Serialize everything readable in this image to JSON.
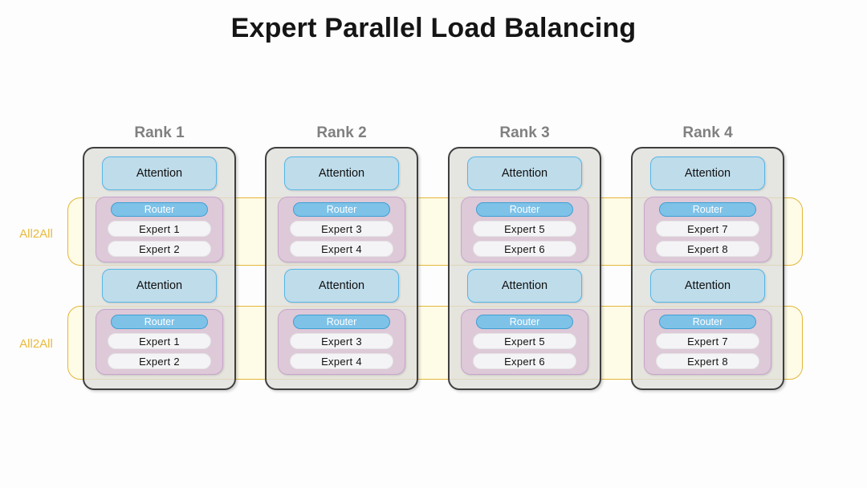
{
  "title": "Expert Parallel Load Balancing",
  "colors": {
    "background": "#fdfdfd",
    "title_text": "#151515",
    "rank_label": "#808080",
    "rank_box_fill": "#dedddb",
    "rank_box_border": "#3f3f3f",
    "attention_fill": "#bfdcea",
    "attention_border": "#54b7e8",
    "moe_fill": "#ddc9d7",
    "moe_border": "#c9a4cf",
    "router_fill": "#7ec2e8",
    "router_border": "#3f9fd4",
    "router_text": "#ffffff",
    "expert_fill": "#f4f4f6",
    "expert_border": "#e4e4e6",
    "all2all_fill": "#fff9d6",
    "all2all_border": "#e3b63a",
    "all2all_text": "#e8b93c"
  },
  "all2all_bands": [
    {
      "label": "All2All"
    },
    {
      "label": "All2All"
    }
  ],
  "ranks": [
    {
      "label": "Rank 1",
      "layers": [
        {
          "type": "attention",
          "label": "Attention"
        },
        {
          "type": "moe",
          "router": "Router",
          "experts": [
            "Expert 1",
            "Expert 2"
          ]
        },
        {
          "type": "attention",
          "label": "Attention"
        },
        {
          "type": "moe",
          "router": "Router",
          "experts": [
            "Expert 1",
            "Expert 2"
          ]
        }
      ]
    },
    {
      "label": "Rank 2",
      "layers": [
        {
          "type": "attention",
          "label": "Attention"
        },
        {
          "type": "moe",
          "router": "Router",
          "experts": [
            "Expert 3",
            "Expert 4"
          ]
        },
        {
          "type": "attention",
          "label": "Attention"
        },
        {
          "type": "moe",
          "router": "Router",
          "experts": [
            "Expert 3",
            "Expert 4"
          ]
        }
      ]
    },
    {
      "label": "Rank 3",
      "layers": [
        {
          "type": "attention",
          "label": "Attention"
        },
        {
          "type": "moe",
          "router": "Router",
          "experts": [
            "Expert 5",
            "Expert 6"
          ]
        },
        {
          "type": "attention",
          "label": "Attention"
        },
        {
          "type": "moe",
          "router": "Router",
          "experts": [
            "Expert 5",
            "Expert 6"
          ]
        }
      ]
    },
    {
      "label": "Rank 4",
      "layers": [
        {
          "type": "attention",
          "label": "Attention"
        },
        {
          "type": "moe",
          "router": "Router",
          "experts": [
            "Expert 7",
            "Expert 8"
          ]
        },
        {
          "type": "attention",
          "label": "Attention"
        },
        {
          "type": "moe",
          "router": "Router",
          "experts": [
            "Expert 7",
            "Expert 8"
          ]
        }
      ]
    }
  ]
}
